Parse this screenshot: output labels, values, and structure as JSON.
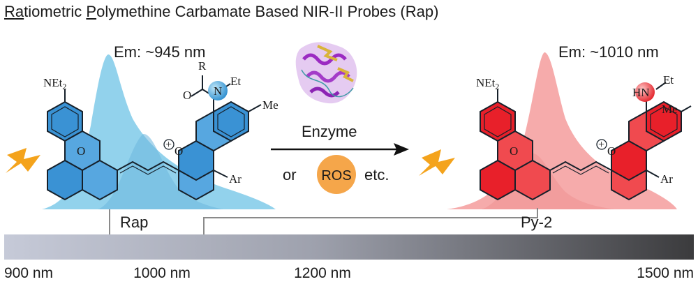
{
  "title": {
    "pre_u1": "R",
    "mid_u1": "a",
    "pre_u2": "tiometric ",
    "u2": "P",
    "rest": "olymethine Carbamate Based NIR-II Probes (Rap)"
  },
  "left_probe": {
    "em_label": "Em: ~945 nm",
    "name": "Rap",
    "amine": "NEt",
    "amine_sub": "2",
    "ring_O": "O",
    "carbonyl_O": "O",
    "R": "R",
    "N": "N",
    "Et": "Et",
    "Me": "Me",
    "Ar": "Ar",
    "charge": "+"
  },
  "right_probe": {
    "em_label": "Em: ~1010 nm",
    "name": "Py-2",
    "amine": "NEt",
    "amine_sub": "2",
    "ring_O": "O",
    "HN": "HN",
    "Et": "Et",
    "Me": "Me",
    "Ar": "Ar",
    "charge": "+"
  },
  "reaction": {
    "enzyme_label": "Enzyme",
    "or_label": "or",
    "ros_label": "ROS",
    "etc_label": "etc."
  },
  "spectrum": {
    "ticks": [
      {
        "value": 900,
        "label": "900 nm"
      },
      {
        "value": 1000,
        "label": "1000 nm"
      },
      {
        "value": 1200,
        "label": "1200 nm"
      },
      {
        "value": 1500,
        "label": "1500 nm"
      }
    ],
    "range": [
      900,
      1500
    ]
  },
  "colors": {
    "blue_fill": "#86cdea",
    "blue_ring": "#2a7fc4",
    "red_fill": "#f59c9c",
    "red_ring": "#e8202a",
    "ros_orange": "#f5a64a",
    "bolt": "#f4a31c",
    "bar_start": "#c7cbd8",
    "bar_end": "#3c3c3e"
  },
  "icons": [
    "lightning-bolt-icon",
    "enzyme-protein-icon",
    "reaction-arrow-icon"
  ]
}
